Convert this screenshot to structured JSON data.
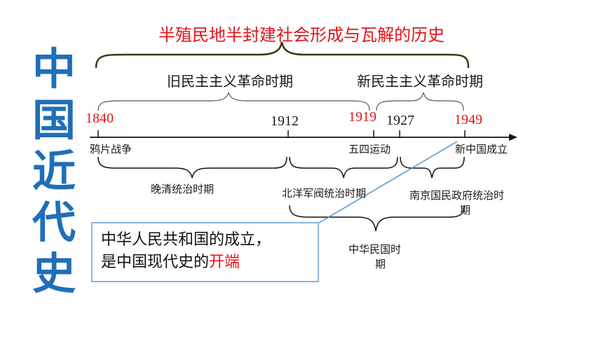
{
  "side_title": [
    "中",
    "国",
    "近",
    "代",
    "史"
  ],
  "top_title": "半殖民地半封建社会形成与瓦解的历史",
  "periods": {
    "old_democratic": "旧民主主义革命时期",
    "new_democratic": "新民主主义革命时期"
  },
  "years": {
    "y1840": "1840",
    "y1912": "1912",
    "y1919": "1919",
    "y1927": "1927",
    "y1949": "1949"
  },
  "events": {
    "opium_war": "鸦片战争",
    "may_fourth": "五四运动",
    "new_china": "新中国成立"
  },
  "sub_periods": {
    "late_qing": "晚清统治时期",
    "beiyang_warlords": "北洋军阀统治时期",
    "nanjing_gov_line1": "南京国民政府统治时",
    "nanjing_gov_line2": "期",
    "roc_line1": "中华民国时",
    "roc_line2": "期"
  },
  "callout": {
    "line1": "中华人民共和国的成立，",
    "line2_prefix": "是中国现代史的",
    "line2_highlight": "开端"
  },
  "colors": {
    "title_blue": "#1f6fb7",
    "red": "#e0141b",
    "brace_olive": "#3a3a10",
    "callout_border": "#8cb6de"
  }
}
